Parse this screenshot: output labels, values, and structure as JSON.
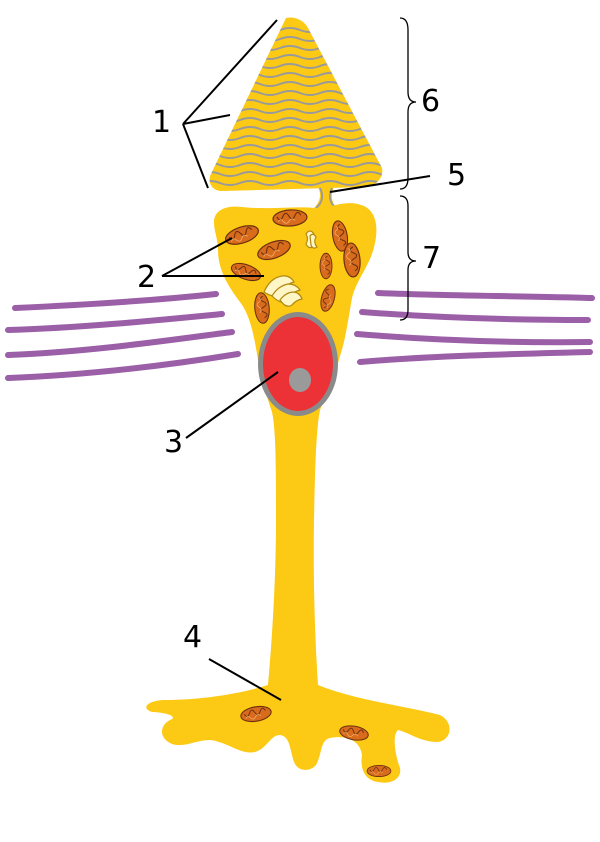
{
  "labels": {
    "l1": "1",
    "l2": "2",
    "l3": "3",
    "l4": "4",
    "l5": "5",
    "l6": "6",
    "l7": "7"
  },
  "colors": {
    "cytoplasm": "#fcc914",
    "nucleus": "#ec3237",
    "nucleus_envelope": "#8a8a8a",
    "nucleolus": "#9a9a9a",
    "disc_lines": "#9a9a9a",
    "mitochondria_fill": "#d86c1c",
    "mitochondria_outline": "#6b3010",
    "golgi": "#fff6c8",
    "membrane_fibers": "#9b5fa7"
  },
  "icons": {
    "mitochondrion": "mitochondrion-icon",
    "golgi": "golgi-apparatus-icon",
    "nucleus": "nucleus-icon"
  }
}
